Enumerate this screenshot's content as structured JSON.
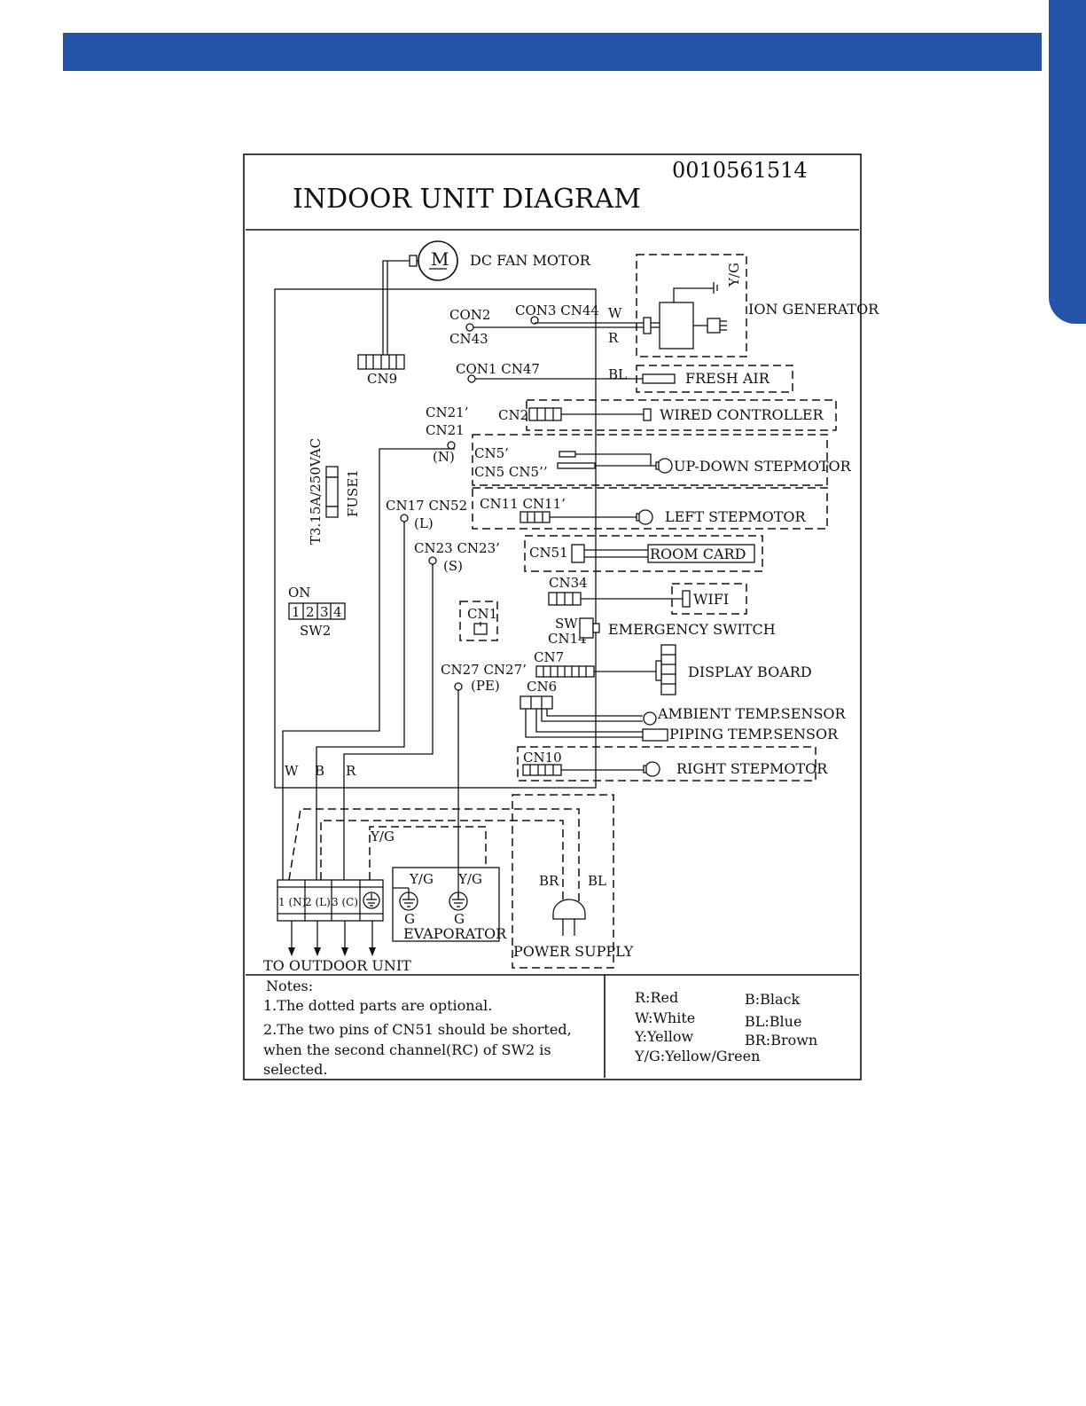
{
  "header": {
    "banner_color": "#2553a7"
  },
  "diagram": {
    "title": "INDOOR UNIT DIAGRAM",
    "code": "0010561514"
  },
  "labels": {
    "motor_symbol": "M",
    "dc_fan_motor": "DC FAN MOTOR",
    "con2": "CON2",
    "cn43": "CN43",
    "con3_cn44": "CON3 CN44",
    "con1_cn47": "CON1 CN47",
    "cn9": "CN9",
    "wire_w_top": "W",
    "wire_r_top": "R",
    "wire_bl_top": "BL",
    "yg_ion": "Y/G",
    "ion_generator": "ION GENERATOR",
    "fresh_air": "FRESH AIR",
    "cn2": "CN2",
    "wired_controller": "WIRED CONTROLLER",
    "cn21p": "CN21’",
    "cn21": "CN21",
    "n_term": "(N)",
    "cn5p": "CN5’",
    "cn5_cn5pp": "CN5 CN5’’",
    "updown_stepmotor": "UP-DOWN  STEPMOTOR",
    "fuse_rating": "T3.15A/250VAC",
    "fuse1": "FUSE1",
    "cn17_cn52": "CN17 CN52",
    "l_term": "(L)",
    "cn11_cn11p": "CN11  CN11’",
    "left_stepmotor": "LEFT  STEPMOTOR",
    "cn23_cn23p": "CN23 CN23’",
    "s_term": "(S)",
    "cn51": "CN51",
    "room_card": "ROOM  CARD",
    "cn34": "CN34",
    "wifi": "WIFI",
    "on": "ON",
    "sw2_cells": [
      "1",
      "2",
      "3",
      "4"
    ],
    "sw2": "SW2",
    "cn1": "CN1",
    "sw1": "SW1",
    "cn14": "CN14",
    "emergency_switch": "EMERGENCY SWITCH",
    "cn7": "CN7",
    "display_board": "DISPLAY BOARD",
    "cn27_cn27p": "CN27 CN27’",
    "pe_term": "(PE)",
    "cn6": "CN6",
    "ambient_sensor": "AMBIENT  TEMP.SENSOR",
    "piping_sensor": "PIPING TEMP.SENSOR",
    "cn10": "CN10",
    "right_stepmotor": "RIGHT  STEPMOTOR",
    "wire_w": "W",
    "wire_b": "B",
    "wire_r": "R",
    "yg_wire": "Y/G",
    "yg_evap1": "Y/G",
    "yg_evap2": "Y/G",
    "g1": "G",
    "g2": "G",
    "evaporator": "EVAPORATOR",
    "br": "BR",
    "bl": "BL",
    "power_supply": "POWER SUPPLY",
    "term_n": "1 (N)",
    "term_l": "2 (L)",
    "term_c": "3 (C)",
    "to_outdoor_unit": "TO OUTDOOR UNIT"
  },
  "notes": {
    "heading": "Notes:",
    "note1": "1.The  dotted parts  are optional.",
    "note2_line1": "2.The two pins of CN51 should be shorted,",
    "note2_line2": "when the second channel(RC) of SW2 is",
    "note2_line3": "selected."
  },
  "legend": {
    "r": "R:Red",
    "w": "W:White",
    "y": "Y:Yellow",
    "yg": "Y/G:Yellow/Green",
    "b": "B:Black",
    "bl": "BL:Blue",
    "br": "BR:Brown"
  }
}
